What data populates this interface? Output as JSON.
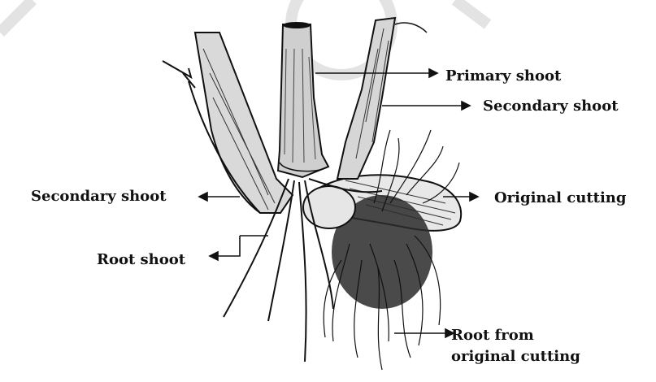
{
  "labels": {
    "primary_shoot": "Primary shoot",
    "secondary_shoot_right": "Secondary shoot",
    "secondary_shoot_left": "Secondary shoot",
    "original_cutting": "Original cutting",
    "root_shoot": "Root shoot",
    "root_from_line1": "Root from",
    "root_from_line2": "original cutting"
  },
  "colors": {
    "ink": "#111111",
    "background": "#ffffff",
    "watermark": "#d9d9d9"
  }
}
